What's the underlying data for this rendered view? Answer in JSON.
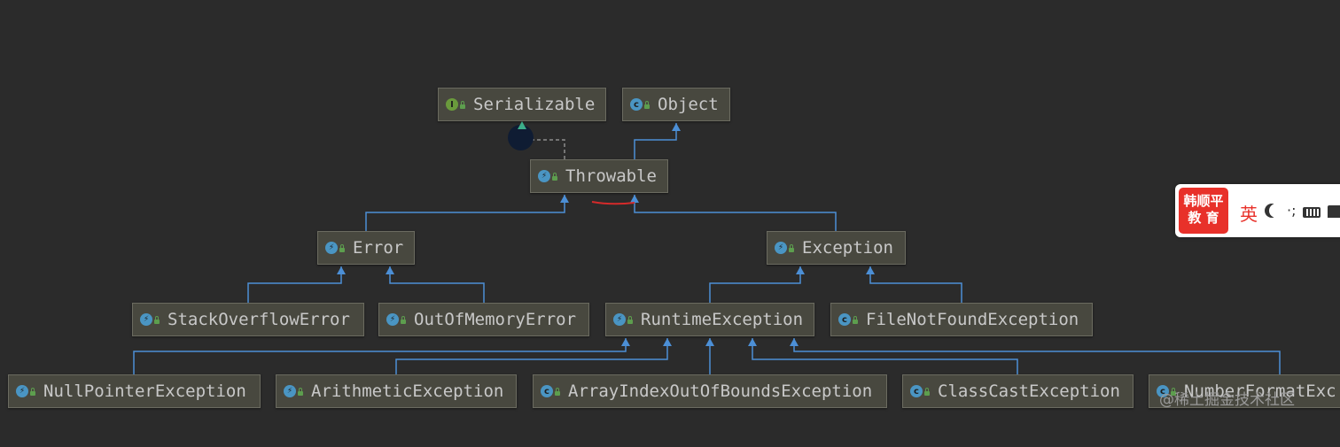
{
  "diagram": {
    "nodes": [
      {
        "id": "serializable",
        "label": "Serializable",
        "kind": "interface",
        "icon": "interface-icon"
      },
      {
        "id": "object",
        "label": "Object",
        "kind": "class",
        "icon": "class-icon"
      },
      {
        "id": "throwable",
        "label": "Throwable",
        "kind": "exception",
        "icon": "exception-class-icon"
      },
      {
        "id": "error",
        "label": "Error",
        "kind": "exception",
        "icon": "exception-class-icon"
      },
      {
        "id": "exception",
        "label": "Exception",
        "kind": "exception",
        "icon": "exception-class-icon"
      },
      {
        "id": "stackoverflowerror",
        "label": "StackOverflowError",
        "kind": "exception",
        "icon": "exception-class-icon"
      },
      {
        "id": "outofmemoryerror",
        "label": "OutOfMemoryError",
        "kind": "exception",
        "icon": "exception-class-icon"
      },
      {
        "id": "runtimeexception",
        "label": "RuntimeException",
        "kind": "exception",
        "icon": "exception-class-icon"
      },
      {
        "id": "filenotfoundexception",
        "label": "FileNotFoundException",
        "kind": "class",
        "icon": "class-icon"
      },
      {
        "id": "nullpointerexception",
        "label": "NullPointerException",
        "kind": "exception",
        "icon": "exception-class-icon"
      },
      {
        "id": "arithmeticexception",
        "label": "ArithmeticException",
        "kind": "exception",
        "icon": "exception-class-icon"
      },
      {
        "id": "arrayindexoutofboundsexception",
        "label": "ArrayIndexOutOfBoundsException",
        "kind": "class",
        "icon": "class-icon"
      },
      {
        "id": "classcastexception",
        "label": "ClassCastException",
        "kind": "class",
        "icon": "class-icon"
      },
      {
        "id": "numberformatexception",
        "label": "NumberFormatExc",
        "kind": "class",
        "icon": "class-icon"
      }
    ],
    "edges": [
      {
        "from": "throwable",
        "to": "serializable",
        "type": "implements"
      },
      {
        "from": "throwable",
        "to": "object",
        "type": "extends"
      },
      {
        "from": "error",
        "to": "throwable",
        "type": "extends"
      },
      {
        "from": "exception",
        "to": "throwable",
        "type": "extends"
      },
      {
        "from": "stackoverflowerror",
        "to": "error",
        "type": "extends"
      },
      {
        "from": "outofmemoryerror",
        "to": "error",
        "type": "extends"
      },
      {
        "from": "runtimeexception",
        "to": "exception",
        "type": "extends"
      },
      {
        "from": "filenotfoundexception",
        "to": "exception",
        "type": "extends"
      },
      {
        "from": "nullpointerexception",
        "to": "runtimeexception",
        "type": "extends"
      },
      {
        "from": "arithmeticexception",
        "to": "runtimeexception",
        "type": "extends"
      },
      {
        "from": "arrayindexoutofboundsexception",
        "to": "runtimeexception",
        "type": "extends"
      },
      {
        "from": "classcastexception",
        "to": "runtimeexception",
        "type": "extends"
      },
      {
        "from": "numberformatexception",
        "to": "runtimeexception",
        "type": "extends"
      }
    ],
    "colors": {
      "background": "#2b2b2b",
      "node_fill": "#48483f",
      "node_border": "#6b6b60",
      "node_text": "#c8c8c8",
      "edge_extends": "#4c8fd6",
      "edge_implements": "#8c8c8c",
      "implements_arrow": "#3cae8a",
      "annotation_red": "#d42a2a"
    }
  },
  "ime": {
    "logo_line1": "韩顺平",
    "logo_line2": "教 育",
    "lang": "英",
    "punct": "·;",
    "icons": [
      "moon-icon",
      "keyboard-icon",
      "shirt-icon"
    ]
  },
  "watermark": "@稀土掘金技术社区"
}
